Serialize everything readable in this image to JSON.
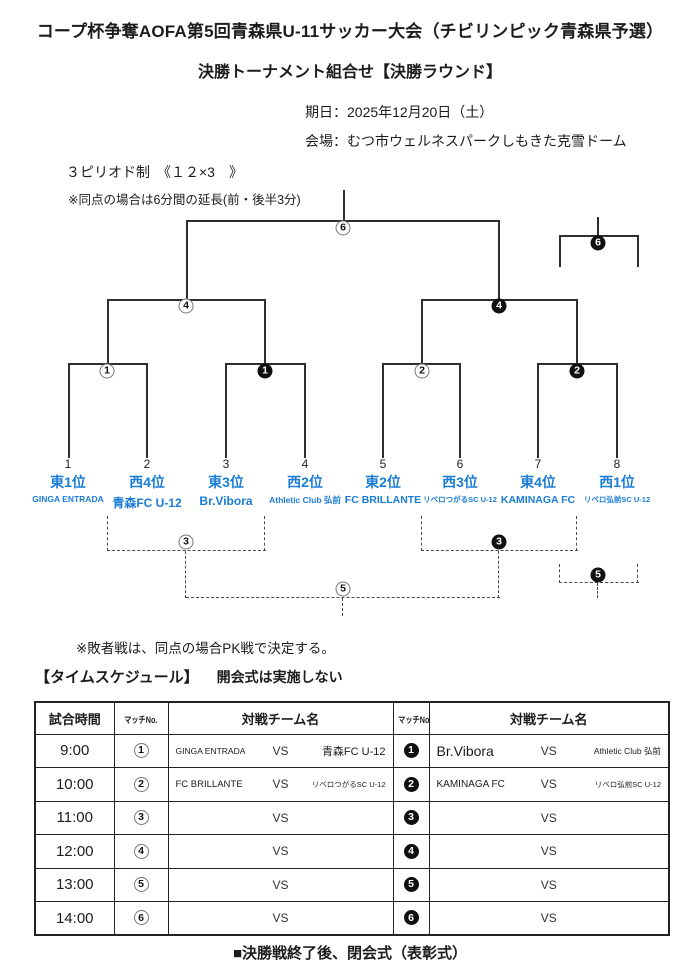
{
  "doc": {
    "title_line1": "コープ杯争奪AOFA第5回青森県U-11サッカー大会（チビリンピック青森県予選）",
    "title_line2": "決勝トーナメント組合せ【決勝ラウンド】",
    "date_label": "期日：2025年12月20日（土）",
    "venue_label": "会場：むつ市ウェルネスパークしもきた克雪ドーム",
    "format_label": "３ピリオド制　《１２×3　》",
    "overtime_note": "※同点の場合は6分間の延長(前・後半3分)",
    "loser_note": "※敗者戦は、同点の場合PK戦で決定する。",
    "closing_note": "■決勝戦終了後、閉会式（表彰式）"
  },
  "colors": {
    "team_blue": "#1a7cd5",
    "line_black": "#2e2e2e"
  },
  "bracket": {
    "circles": {
      "open": [
        "1",
        "2",
        "3",
        "4",
        "5",
        "6"
      ],
      "filled": [
        "1",
        "2",
        "3",
        "4",
        "5",
        "6"
      ]
    },
    "teams": [
      {
        "no": "1",
        "rank": "東1位",
        "name": "GINGA ENTRADA"
      },
      {
        "no": "2",
        "rank": "西4位",
        "name": "青森FC U-12"
      },
      {
        "no": "3",
        "rank": "東3位",
        "name": "Br.Vibora"
      },
      {
        "no": "4",
        "rank": "西2位",
        "name": "Athletic Club 弘前"
      },
      {
        "no": "5",
        "rank": "東2位",
        "name": "FC BRILLANTE"
      },
      {
        "no": "6",
        "rank": "西3位",
        "name": "リベロつがるSC U-12"
      },
      {
        "no": "7",
        "rank": "東4位",
        "name": "KAMINAGA FC"
      },
      {
        "no": "8",
        "rank": "西1位",
        "name": "リベロ弘前SC U-12"
      }
    ]
  },
  "schedule": {
    "heading": "【タイムスケジュール】",
    "heading_note": "開会式は実施しない",
    "columns": [
      "試合時間",
      "マッチNo.",
      "対戦チーム名",
      "マッチNo.",
      "対戦チーム名"
    ],
    "rows": [
      {
        "time": "9:00",
        "no1": "1",
        "left_home": "GINGA ENTRADA",
        "left_vs": "VS",
        "left_away": "青森FC U-12",
        "no2": "1",
        "right_home": "Br.Vibora",
        "right_vs": "VS",
        "right_away": "Athletic Club 弘前"
      },
      {
        "time": "10:00",
        "no1": "2",
        "left_home": "FC BRILLANTE",
        "left_vs": "VS",
        "left_away": "リベロつがるSC U-12",
        "no2": "2",
        "right_home": "KAMINAGA FC",
        "right_vs": "VS",
        "right_away": "リベロ弘前SC U-12"
      },
      {
        "time": "11:00",
        "no1": "3",
        "left_home": "",
        "left_vs": "VS",
        "left_away": "",
        "no2": "3",
        "right_home": "",
        "right_vs": "VS",
        "right_away": ""
      },
      {
        "time": "12:00",
        "no1": "4",
        "left_home": "",
        "left_vs": "VS",
        "left_away": "",
        "no2": "4",
        "right_home": "",
        "right_vs": "VS",
        "right_away": ""
      },
      {
        "time": "13:00",
        "no1": "5",
        "left_home": "",
        "left_vs": "VS",
        "left_away": "",
        "no2": "5",
        "right_home": "",
        "right_vs": "VS",
        "right_away": ""
      },
      {
        "time": "14:00",
        "no1": "6",
        "left_home": "",
        "left_vs": "VS",
        "left_away": "",
        "no2": "6",
        "right_home": "",
        "right_vs": "VS",
        "right_away": ""
      }
    ]
  }
}
